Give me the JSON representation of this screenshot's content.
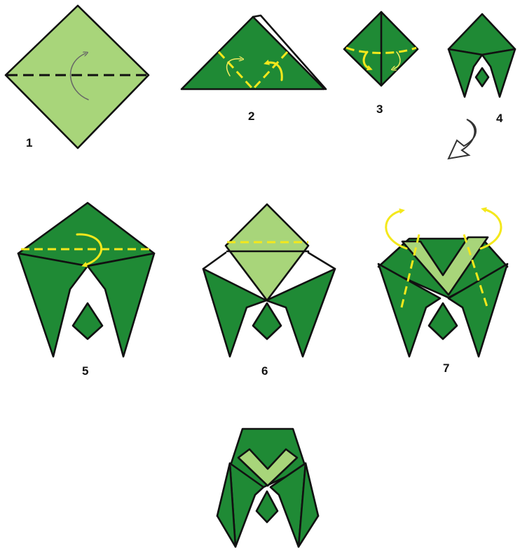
{
  "steps": [
    {
      "number": "1"
    },
    {
      "number": "2"
    },
    {
      "number": "3"
    },
    {
      "number": "4"
    },
    {
      "number": "5"
    },
    {
      "number": "6"
    },
    {
      "number": "7"
    }
  ],
  "colors": {
    "paper_dark": "#1f8a35",
    "paper_light": "#a8d57a",
    "fold_guide": "#f4e81c",
    "outline": "#111111"
  }
}
